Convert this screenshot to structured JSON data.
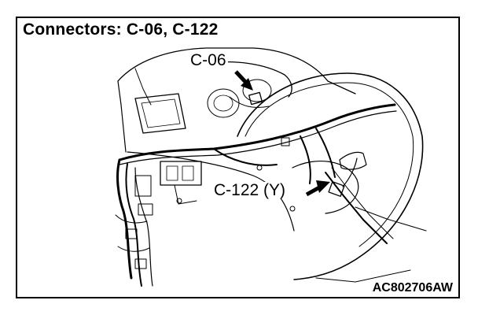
{
  "figure": {
    "title": "Connectors: C-06, C-122",
    "code": "AC802706AW"
  },
  "callouts": {
    "c06": "C-06",
    "c122": "C-122 (Y)"
  }
}
